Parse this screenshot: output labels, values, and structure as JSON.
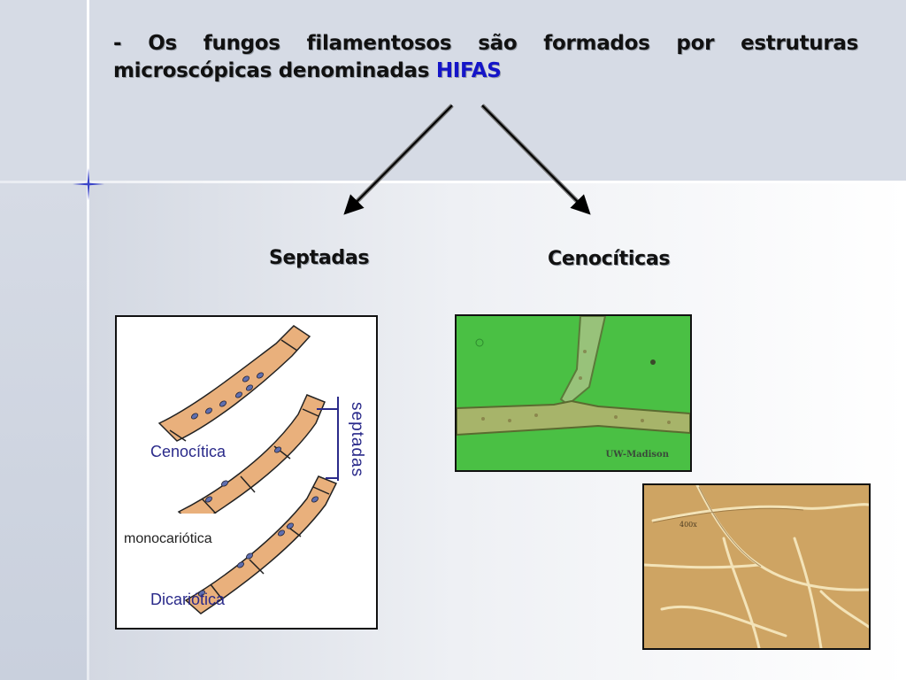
{
  "slide": {
    "heading_part1": "- Os fungos filamentosos são formados por estruturas microscópicas denominadas",
    "heading_highlight": "HIFAS",
    "branch_left": "Septadas",
    "branch_right": "Cenocíticas"
  },
  "diagram": {
    "label_cenocitica": "Cenocítica",
    "label_monocariotica": "monocariótica",
    "label_dicariotica": "Dicariótica",
    "label_septadas": "septadas"
  },
  "micrograph_1": {
    "caption": "UW-Madison"
  },
  "micrograph_2": {
    "caption": "400x"
  },
  "colors": {
    "highlight": "#1515c8",
    "top_band": "#d6dbe5"
  }
}
